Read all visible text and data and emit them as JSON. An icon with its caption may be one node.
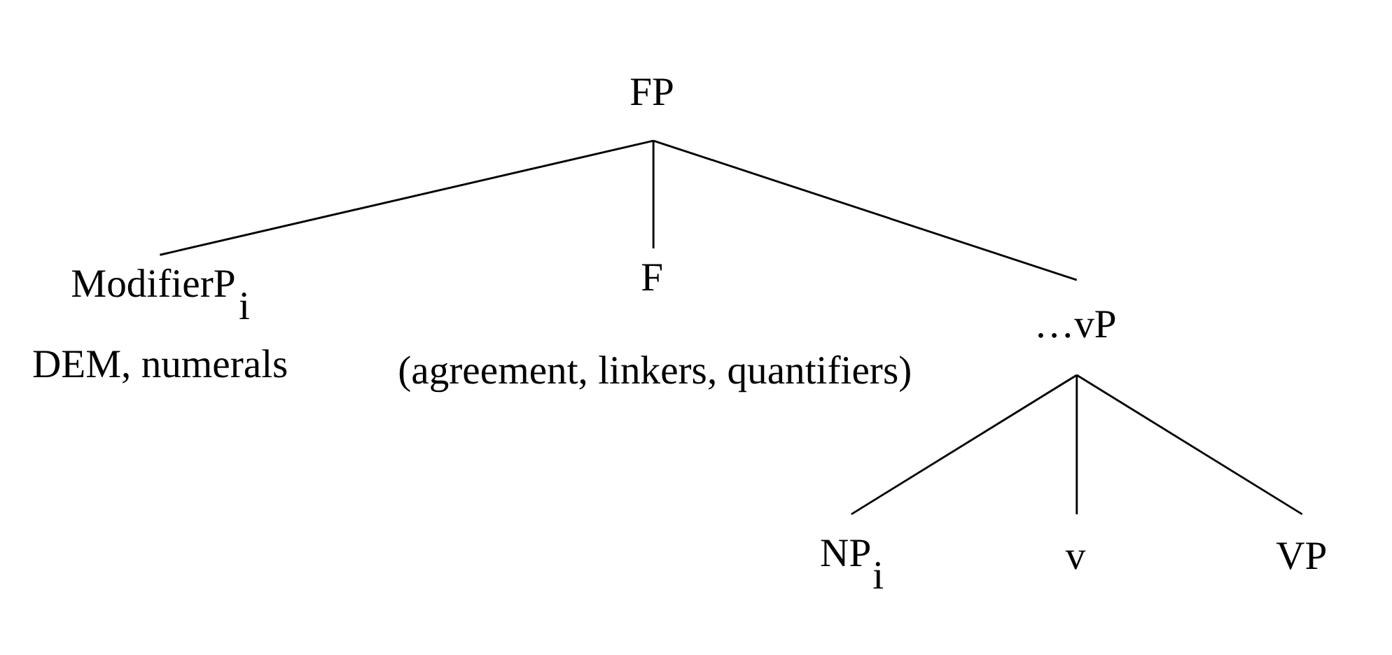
{
  "diagram": {
    "nodes": [
      {
        "text": [
          "FP"
        ]
      },
      {
        "text": [
          "ModifierP$_{i}$"
        ],
        "beside": [
          "DEM, numerals"
        ]
      },
      {
        "text": [
          "F"
        ],
        "beside": [
          "(agreement, linkers, quantifiers)"
        ]
      },
      {
        "text": [
          "…vP"
        ]
      },
      {
        "text": [
          "NP$_{i}$"
        ]
      },
      {
        "text": [
          "v"
        ]
      },
      {
        "text": [
          "VP"
        ]
      }
    ],
    "edges": [
      {
        "from": 0,
        "to": 1,
        "arrow": "none"
      },
      {
        "from": 0,
        "to": 2,
        "arrow": "none"
      },
      {
        "from": 0,
        "to": 3,
        "arrow": "none"
      },
      {
        "from": 3,
        "to": 4,
        "arrow": "none"
      },
      {
        "from": 3,
        "to": 5,
        "arrow": "none"
      },
      {
        "from": 3,
        "to": 6,
        "arrow": "none"
      }
    ]
  }
}
